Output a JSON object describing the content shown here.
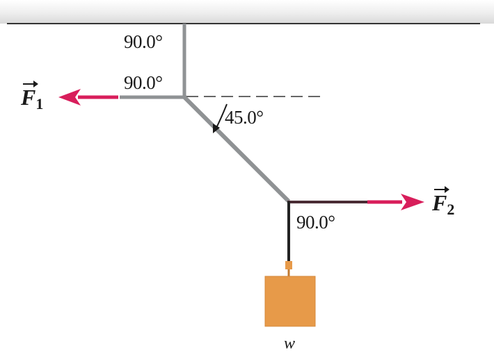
{
  "angles": {
    "ceiling_top": "90.0°",
    "ceiling_bottom": "90.0°",
    "diagonal": "45.0°",
    "lower_junction": "90.0°"
  },
  "forces": {
    "f1": {
      "symbol": "F",
      "subscript": "1"
    },
    "f2": {
      "symbol": "F",
      "subscript": "2"
    }
  },
  "weight_label": "w",
  "colors": {
    "force_arrow": "#d81e5b",
    "rope": "#8f9294",
    "block": "#e79a49",
    "ceiling_line": "#333333"
  }
}
